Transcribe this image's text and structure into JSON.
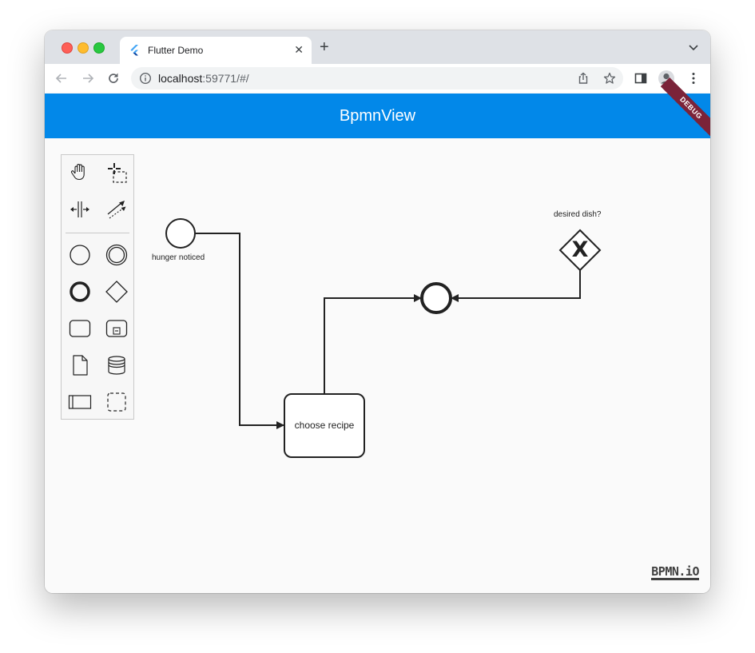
{
  "browser": {
    "tab_title": "Flutter Demo",
    "tab_close": "✕",
    "new_tab": "+",
    "url_host": "localhost",
    "url_rest": ":59771/#/"
  },
  "app": {
    "title": "BpmnView",
    "debug_banner": "DEBUG",
    "accent_color": "#0288e9"
  },
  "palette": {
    "tools": [
      "hand-tool",
      "lasso-tool",
      "space-tool",
      "global-connect-tool"
    ],
    "elements": [
      "start-event",
      "intermediate-event",
      "end-event",
      "gateway",
      "task",
      "subprocess",
      "data-object",
      "data-store",
      "participant",
      "group"
    ]
  },
  "diagram": {
    "start_event_label": "hunger noticed",
    "task_label": "choose recipe",
    "gateway_label": "desired dish?",
    "gateway_marker": "X"
  },
  "watermark": "BPMN.iO"
}
